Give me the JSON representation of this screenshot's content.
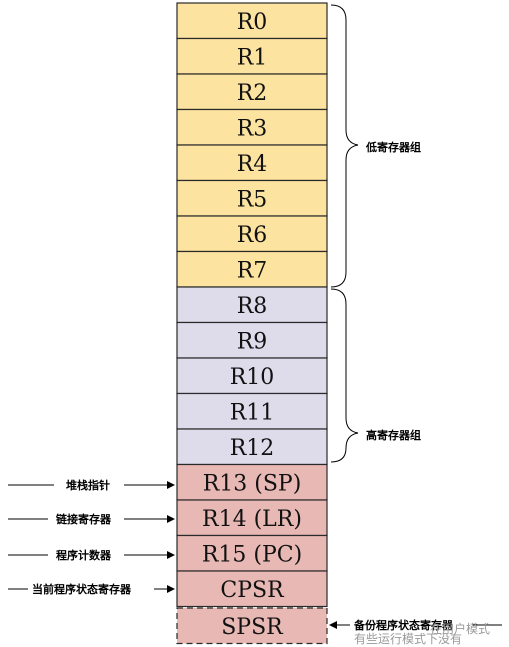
{
  "diagram": {
    "registers": [
      {
        "label": "R0",
        "group": "low"
      },
      {
        "label": "R1",
        "group": "low"
      },
      {
        "label": "R2",
        "group": "low"
      },
      {
        "label": "R3",
        "group": "low"
      },
      {
        "label": "R4",
        "group": "low"
      },
      {
        "label": "R5",
        "group": "low"
      },
      {
        "label": "R6",
        "group": "low"
      },
      {
        "label": "R7",
        "group": "low"
      },
      {
        "label": "R8",
        "group": "high"
      },
      {
        "label": "R9",
        "group": "high"
      },
      {
        "label": "R10",
        "group": "high"
      },
      {
        "label": "R11",
        "group": "high"
      },
      {
        "label": "R12",
        "group": "high"
      },
      {
        "label": "R13 (SP)",
        "group": "special"
      },
      {
        "label": "R14 (LR)",
        "group": "special"
      },
      {
        "label": "R15 (PC)",
        "group": "special"
      },
      {
        "label": "CPSR",
        "group": "special"
      },
      {
        "label": "SPSR",
        "group": "special",
        "dashed": true
      }
    ],
    "groups": {
      "low_label": "低寄存器组",
      "high_label": "高寄存器组"
    },
    "left_labels": {
      "sp": "堆栈指针",
      "lr": "链接寄存器",
      "pc": "程序计数器",
      "cpsr": "当前程序状态寄存器"
    },
    "right_labels": {
      "spsr": "备份程序状态寄存器"
    },
    "watermark": {
      "line1": "在用户模式",
      "line2": "有些运行模式下没有"
    },
    "colors": {
      "low": "#fce3a0",
      "high": "#dedbeb",
      "special": "#e8b8b4",
      "stroke": "#2a2a2a"
    }
  }
}
